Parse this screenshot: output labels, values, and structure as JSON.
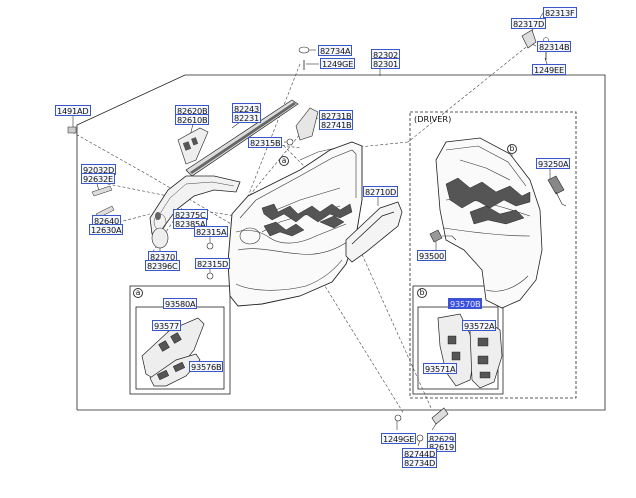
{
  "labels": {
    "l_82313F": "82313F",
    "l_82317D": "82317D",
    "l_82314B": "82314B",
    "l_1249EE": "1249EE",
    "l_82734A": "82734A",
    "l_1249GE_top": "1249GE",
    "l_82302": "82302",
    "l_82301": "82301",
    "l_1491AD": "1491AD",
    "l_82620B": "82620B",
    "l_82610B": "82610B",
    "l_82243": "82243",
    "l_82231": "82231",
    "l_82731B": "82731B",
    "l_82741B": "82741B",
    "l_82315B": "82315B",
    "l_92032D": "92032D",
    "l_92632E": "92632E",
    "l_82640": "82640",
    "l_12630A": "12630A",
    "l_82375C": "82375C",
    "l_82385A": "82385A",
    "l_82315A": "82315A",
    "l_82370": "82370",
    "l_82396C": "82396C",
    "l_82315D": "82315D",
    "l_82710D": "82710D",
    "l_93250A": "93250A",
    "l_93500": "93500",
    "l_93580A": "93580A",
    "l_93577": "93577",
    "l_93576B": "93576B",
    "l_93570B": "93570B",
    "l_93572A": "93572A",
    "l_93571A": "93571A",
    "l_1249GE_bot": "1249GE",
    "l_82629": "82629",
    "l_82619": "82619",
    "l_82744D": "82744D",
    "l_82734D": "82734D"
  },
  "texts": {
    "driver": "(DRIVER)",
    "callout_a": "a",
    "callout_b": "b"
  },
  "colors": {
    "label_border": "#3a56c8",
    "label_fill": "#f4f7ff",
    "selected_fill": "#3b4fe0",
    "line": "#222222"
  }
}
